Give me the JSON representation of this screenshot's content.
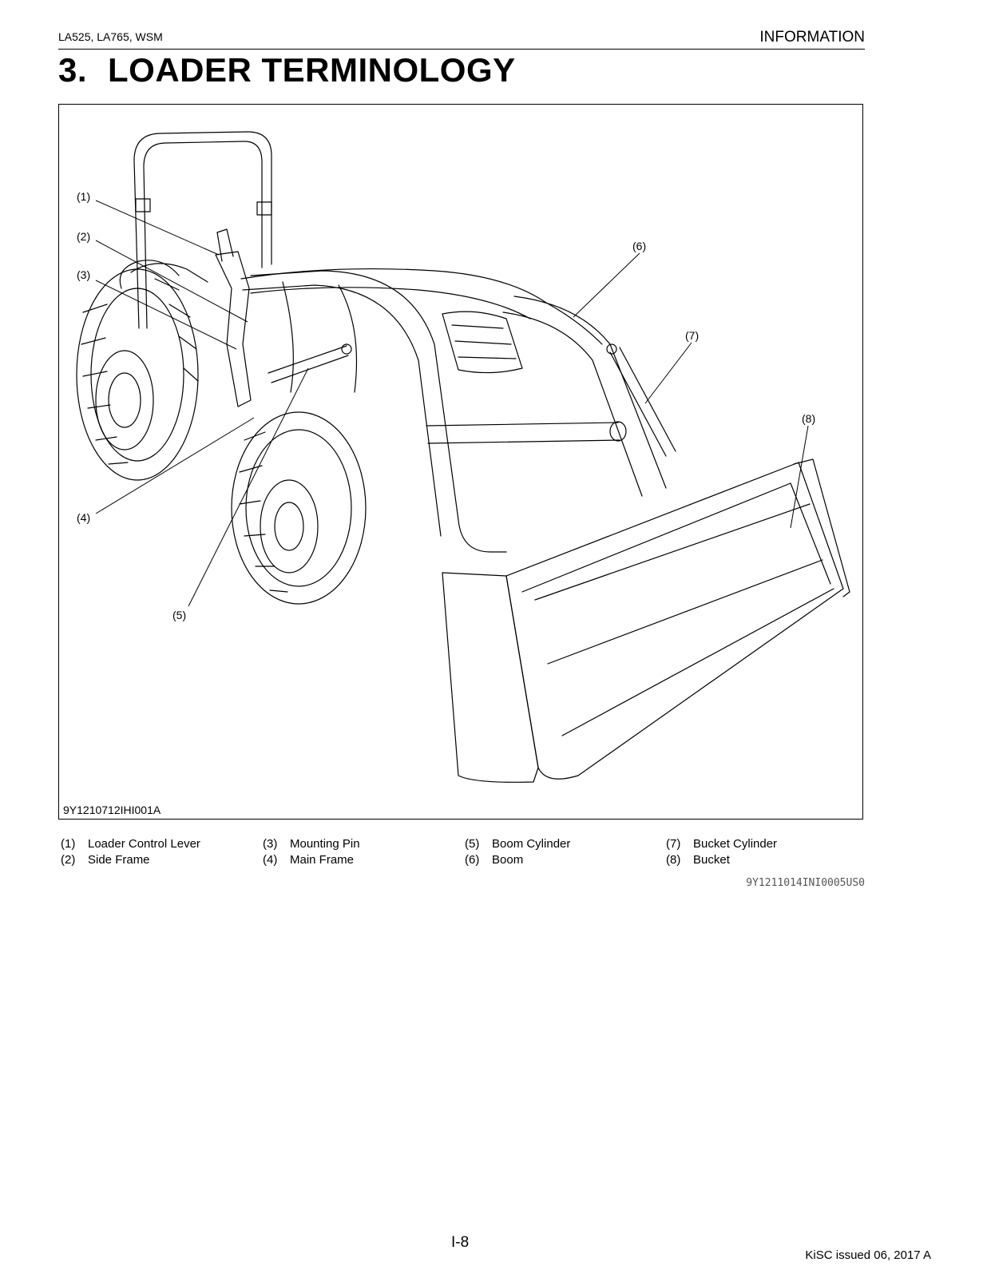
{
  "header": {
    "model": "LA525, LA765, WSM",
    "section": "INFORMATION"
  },
  "title": {
    "number": "3.",
    "text": "LOADER TERMINOLOGY"
  },
  "figure": {
    "code": "9Y1210712IHI001A",
    "callouts": [
      "(1)",
      "(2)",
      "(3)",
      "(4)",
      "(5)",
      "(6)",
      "(7)",
      "(8)"
    ]
  },
  "legend": [
    {
      "num": "(1)",
      "label": "Loader Control Lever"
    },
    {
      "num": "(2)",
      "label": "Side Frame"
    },
    {
      "num": "(3)",
      "label": "Mounting Pin"
    },
    {
      "num": "(4)",
      "label": "Main Frame"
    },
    {
      "num": "(5)",
      "label": "Boom Cylinder"
    },
    {
      "num": "(6)",
      "label": "Boom"
    },
    {
      "num": "(7)",
      "label": "Bucket Cylinder"
    },
    {
      "num": "(8)",
      "label": "Bucket"
    }
  ],
  "doc_code": "9Y1211014INI0005US0",
  "footer": {
    "page": "I-8",
    "issued": "KiSC issued 06, 2017 A"
  }
}
